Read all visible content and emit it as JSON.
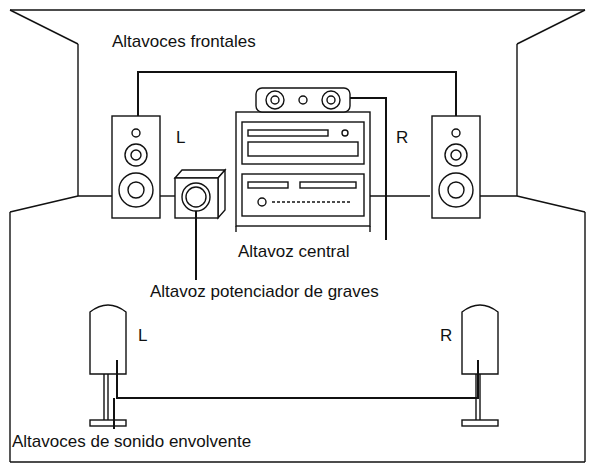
{
  "diagram": {
    "labels": [
      "Altavoces frontales",
      "L",
      "R",
      "Altavoz central",
      "Altavoz potenciador de graves",
      "L",
      "R",
      "Altavoces de sonido envolvente"
    ]
  }
}
